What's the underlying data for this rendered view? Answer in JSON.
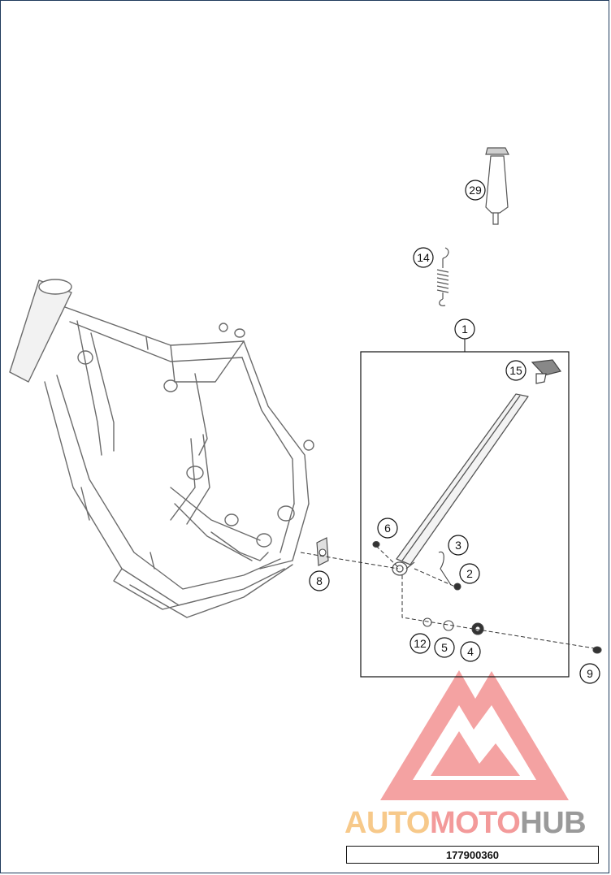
{
  "diagram": {
    "drawing_number": "177900360",
    "callouts": [
      "29",
      "14",
      "1",
      "15",
      "6",
      "3",
      "2",
      "8",
      "12",
      "5",
      "4",
      "9"
    ],
    "watermark": {
      "brand_part1": "AUTO",
      "brand_part2": "MOTO",
      "brand_part3": "HUB",
      "colors": {
        "logo_red": "#f08a8a",
        "auto": "#f7c98a",
        "moto": "#f39a9a",
        "hub": "#9a9a9a"
      }
    }
  }
}
